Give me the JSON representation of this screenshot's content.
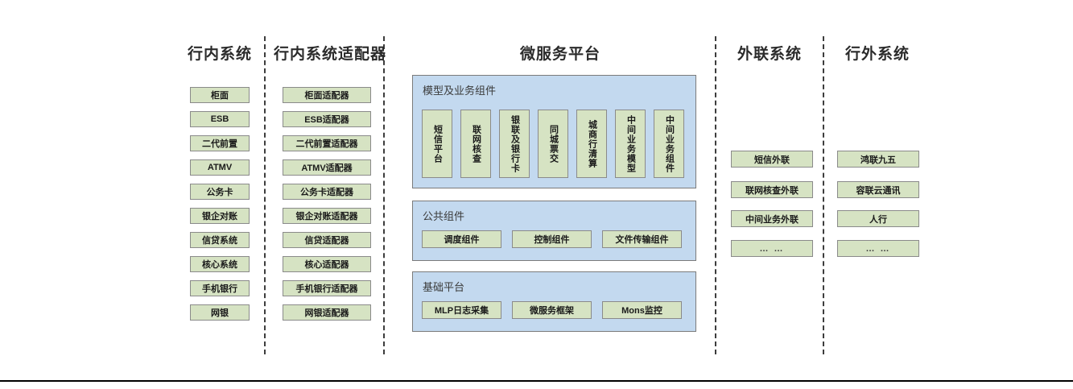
{
  "columns": [
    {
      "key": "internal",
      "title": "行内系统",
      "items": [
        "柜面",
        "ESB",
        "二代前置",
        "ATMV",
        "公务卡",
        "银企对账",
        "信贷系统",
        "核心系统",
        "手机银行",
        "网银"
      ]
    },
    {
      "key": "adapters",
      "title": "行内系统适配器",
      "items": [
        "柜面适配器",
        "ESB适配器",
        "二代前置适配器",
        "ATMV适配器",
        "公务卡适配器",
        "银企对账适配器",
        "信贷适配器",
        "核心适配器",
        "手机银行适配器",
        "网银适配器"
      ]
    },
    {
      "key": "platform",
      "title": "微服务平台"
    },
    {
      "key": "external_link",
      "title": "外联系统",
      "items": [
        "短信外联",
        "联网核查外联",
        "中间业务外联",
        "… …"
      ]
    },
    {
      "key": "outside",
      "title": "行外系统",
      "items": [
        "鸿联九五",
        "容联云通讯",
        "人行",
        "… …"
      ]
    }
  ],
  "platform": {
    "panels": [
      {
        "key": "model-business-components",
        "title": "模型及业务组件",
        "orientation": "vertical",
        "items": [
          "短信平台",
          "联网核查",
          "银联及银行卡",
          "同城票交",
          "城商行清算",
          "中间业务模型",
          "中间业务组件"
        ]
      },
      {
        "key": "public-components",
        "title": "公共组件",
        "orientation": "horizontal",
        "items": [
          "调度组件",
          "控制组件",
          "文件传输组件"
        ]
      },
      {
        "key": "base-platform",
        "title": "基础平台",
        "orientation": "horizontal",
        "items": [
          "MLP日志采集",
          "微服务框架",
          "Mons监控"
        ]
      }
    ]
  },
  "colors": {
    "node_fill": "#d6e3c3",
    "node_border": "#8a8a8a",
    "panel_fill": "#c3d9ef",
    "panel_border": "#7b7b7b",
    "divider": "#3d3d3d",
    "background": "#ffffff"
  }
}
